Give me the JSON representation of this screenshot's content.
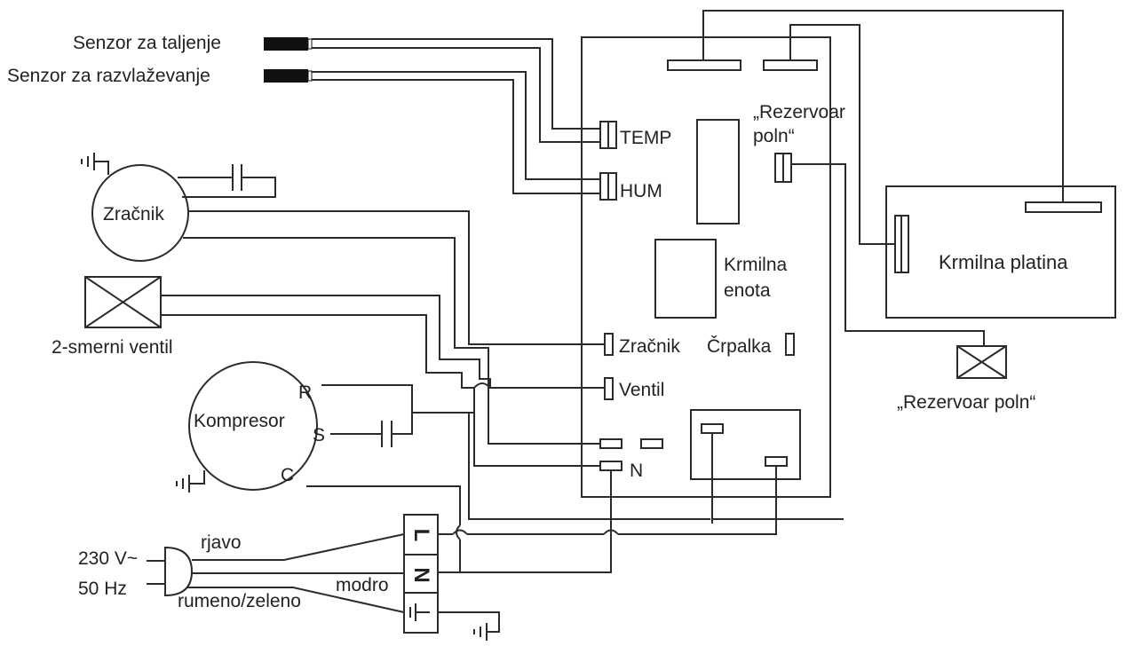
{
  "labels": {
    "sensor_melt": "Senzor za taljenje",
    "sensor_dehum": "Senzor za razvlaževanje",
    "fan": "Zračnik",
    "valve": "2-smerni ventil",
    "compressor": "Kompresor",
    "comp_r": "R",
    "comp_s": "S",
    "comp_c": "C",
    "temp": "TEMP",
    "hum": "HUM",
    "tank_full_1": "„Rezervoar",
    "tank_full_2": "poln“",
    "control_unit_1": "Krmilna",
    "control_unit_2": "enota",
    "board_fan": "Zračnik",
    "board_pump": "Črpalka",
    "board_valve": "Ventil",
    "board_n": "N",
    "control_board": "Krmilna platina",
    "tank_full_ext": "„Rezervoar poln“",
    "voltage": "230 V~",
    "freq": "50 Hz",
    "brown": "rjavo",
    "blue": "modro",
    "yellow_green": "rumeno/zeleno",
    "terminal_l": "L",
    "terminal_n": "N"
  },
  "colors": {
    "line": "#2b2b2b",
    "sensor": "#111111",
    "background": "#ffffff"
  },
  "icons": [
    "ground-symbol",
    "capacitor-symbol",
    "valve-cross-symbol",
    "plug-symbol"
  ]
}
